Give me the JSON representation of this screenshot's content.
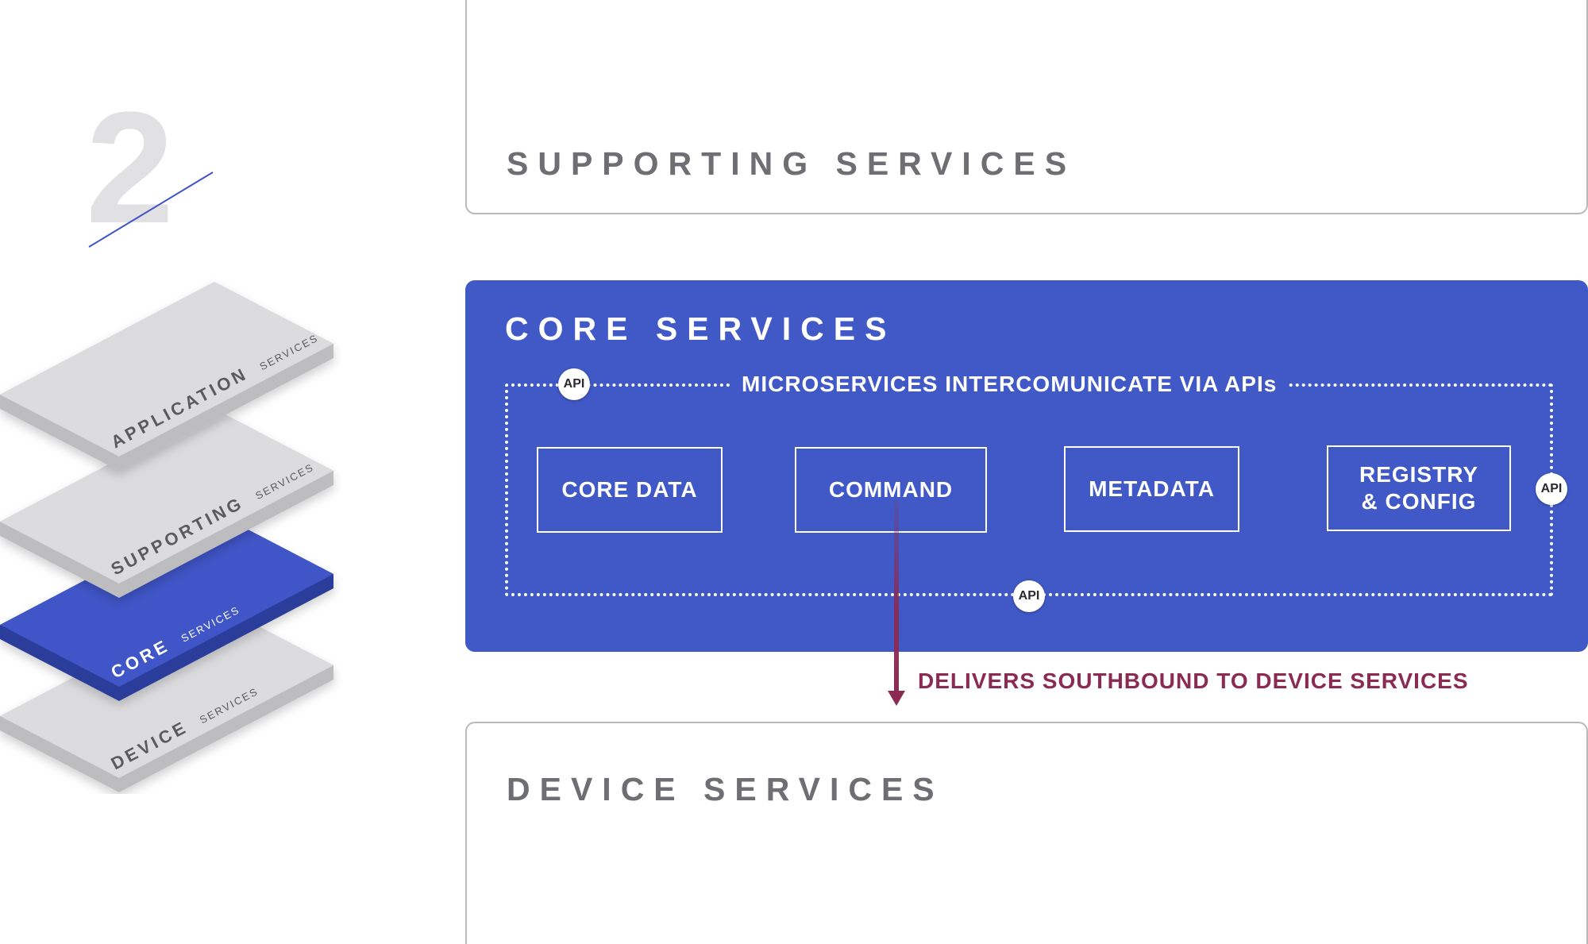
{
  "step": {
    "number": "2"
  },
  "stack": {
    "layers": [
      {
        "main": "APPLICATION",
        "sub": "SERVICES",
        "color": "#dcdcde",
        "side": "#bdbdc0"
      },
      {
        "main": "SUPPORTING",
        "sub": "SERVICES",
        "color": "#dcdcde",
        "side": "#bdbdc0"
      },
      {
        "main": "CORE",
        "sub": "SERVICES",
        "color": "#3f55c7",
        "side": "#2c3e9a"
      },
      {
        "main": "DEVICE",
        "sub": "SERVICES",
        "color": "#dcdcde",
        "side": "#bdbdc0"
      }
    ]
  },
  "panels": {
    "supporting": {
      "title": "SUPPORTING SERVICES"
    },
    "core": {
      "title": "CORE SERVICES",
      "frame_label": "MICROSERVICES INTERCOMUNICATE VIA APIs",
      "api_badge": "API",
      "services": [
        "CORE DATA",
        "COMMAND",
        "METADATA",
        "REGISTRY\n& CONFIG"
      ]
    },
    "device": {
      "title": "DEVICE SERVICES"
    }
  },
  "arrow": {
    "label": "DELIVERS SOUTHBOUND TO DEVICE SERVICES",
    "color": "#8b2a52"
  },
  "colors": {
    "core_blue": "#4159c6",
    "accent_line": "#3f55c7",
    "panel_border": "#b9b9bc",
    "title_gray": "#6f6f73"
  }
}
